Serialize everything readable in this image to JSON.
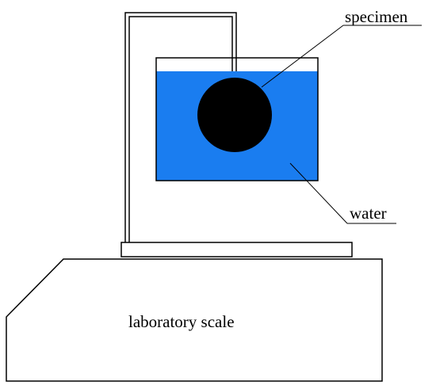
{
  "labels": {
    "specimen": "specimen",
    "water": "water",
    "scale": "laboratory scale"
  },
  "colors": {
    "water": "#1a7df0",
    "specimen": "#000000",
    "line": "#000000",
    "background": "#ffffff"
  }
}
